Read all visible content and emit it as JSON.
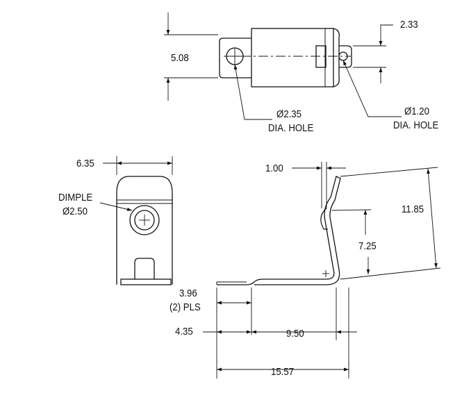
{
  "drawing": {
    "line_color": "#111111",
    "top_view": {
      "dim_height": "5.08",
      "dim_tab_width": "2.33",
      "hole_large": {
        "dia": "Ø2.35",
        "note": "DIA. HOLE"
      },
      "hole_small": {
        "dia": "Ø1.20",
        "note": "DIA. HOLE"
      }
    },
    "front_view": {
      "dim_width": "6.35",
      "dimple_label": "DIMPLE",
      "dimple_dia": "Ø2.50"
    },
    "side_view": {
      "dim_thickness": "1.00",
      "dim_overall_height": "11.85",
      "dim_dimple_height": "7.25",
      "dim_foot": "3.96",
      "dim_foot_note": "(2) PLS",
      "dim_foot_2": "4.35",
      "dim_bend": "9.50",
      "dim_overall_length": "15.57"
    }
  }
}
